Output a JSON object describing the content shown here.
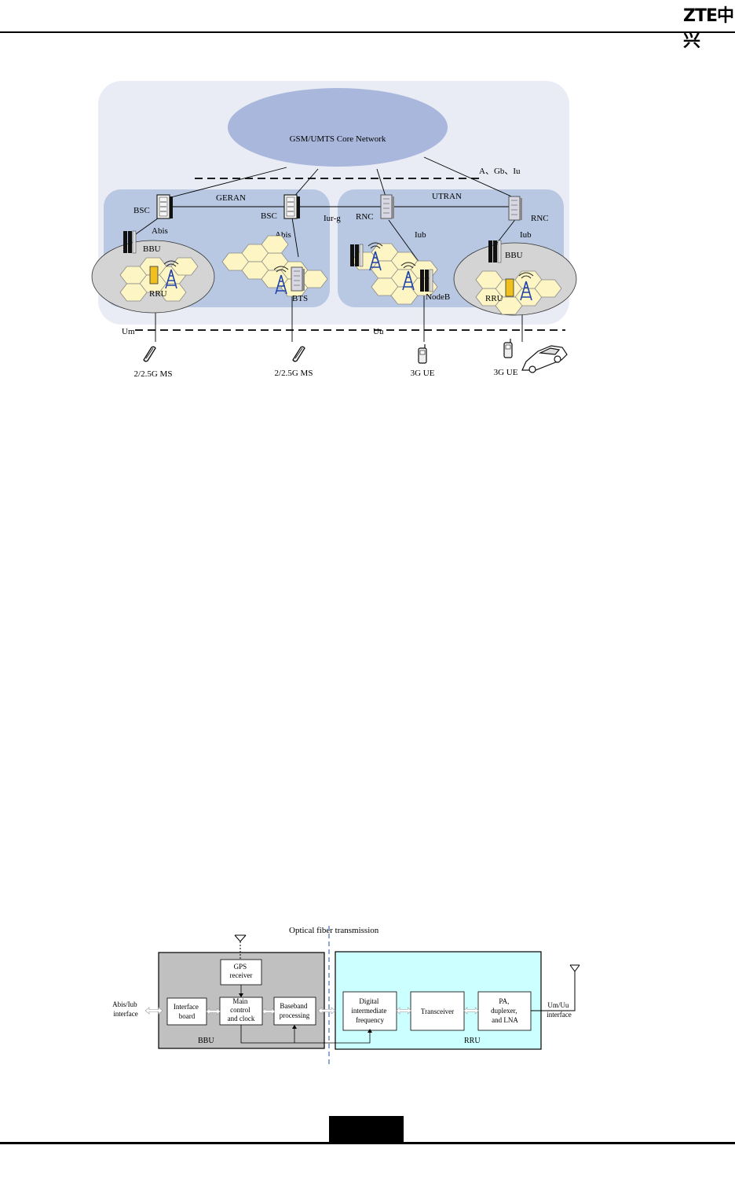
{
  "header": {
    "logo_text": "ZTE中兴"
  },
  "figure1": {
    "core_network": "GSM/UMTS Core Network",
    "interfaces_label": "A、Gb、Iu",
    "geran": "GERAN",
    "utran": "UTRAN",
    "bsc_left": "BSC",
    "bsc_right": "BSC",
    "abis_left": "Abis",
    "abis_right": "Abis",
    "iur_g": "Iur-g",
    "rnc_left": "RNC",
    "rnc_right": "RNC",
    "iub_left": "Iub",
    "iub_right": "Iub",
    "bbu_left": "BBU",
    "bbu_right": "BBU",
    "rru_left": "RRU",
    "rru_right": "RRU",
    "bts": "BTS",
    "nodeb": "NodeB",
    "um": "Um",
    "uu": "Uu",
    "ms1": "2/2.5G MS",
    "ms2": "2/2.5G MS",
    "ue1": "3G UE",
    "ue2": "3G UE"
  },
  "figure2": {
    "title": "Optical fiber transmission",
    "left_interface": [
      "Abis/Iub",
      "interface"
    ],
    "gps": [
      "GPS",
      "receiver"
    ],
    "interface_board": [
      "Interface",
      "board"
    ],
    "main_control": [
      "Main",
      "control",
      "and clock"
    ],
    "baseband": [
      "Baseband",
      "processing"
    ],
    "bbu": "BBU",
    "digital_if": [
      "Digital",
      "intermediate",
      "frequency"
    ],
    "transceiver": "Transceiver",
    "pa": [
      "PA,",
      "duplexer,",
      "and LNA"
    ],
    "right_interface": [
      "Um/Uu",
      "interface"
    ],
    "rru": "RRU"
  },
  "colors": {
    "backdrop": "#e9ebf5",
    "ran_region": "#b8c8e2",
    "core_ellipse": "#a9b7dc",
    "cell_ellipse": "#d4d4d4",
    "hex_cell": "#fdf6c4",
    "bbu_box": "#c0c0c0",
    "rru_box": "#ccffff",
    "dash_line": "#4a6fb5"
  }
}
